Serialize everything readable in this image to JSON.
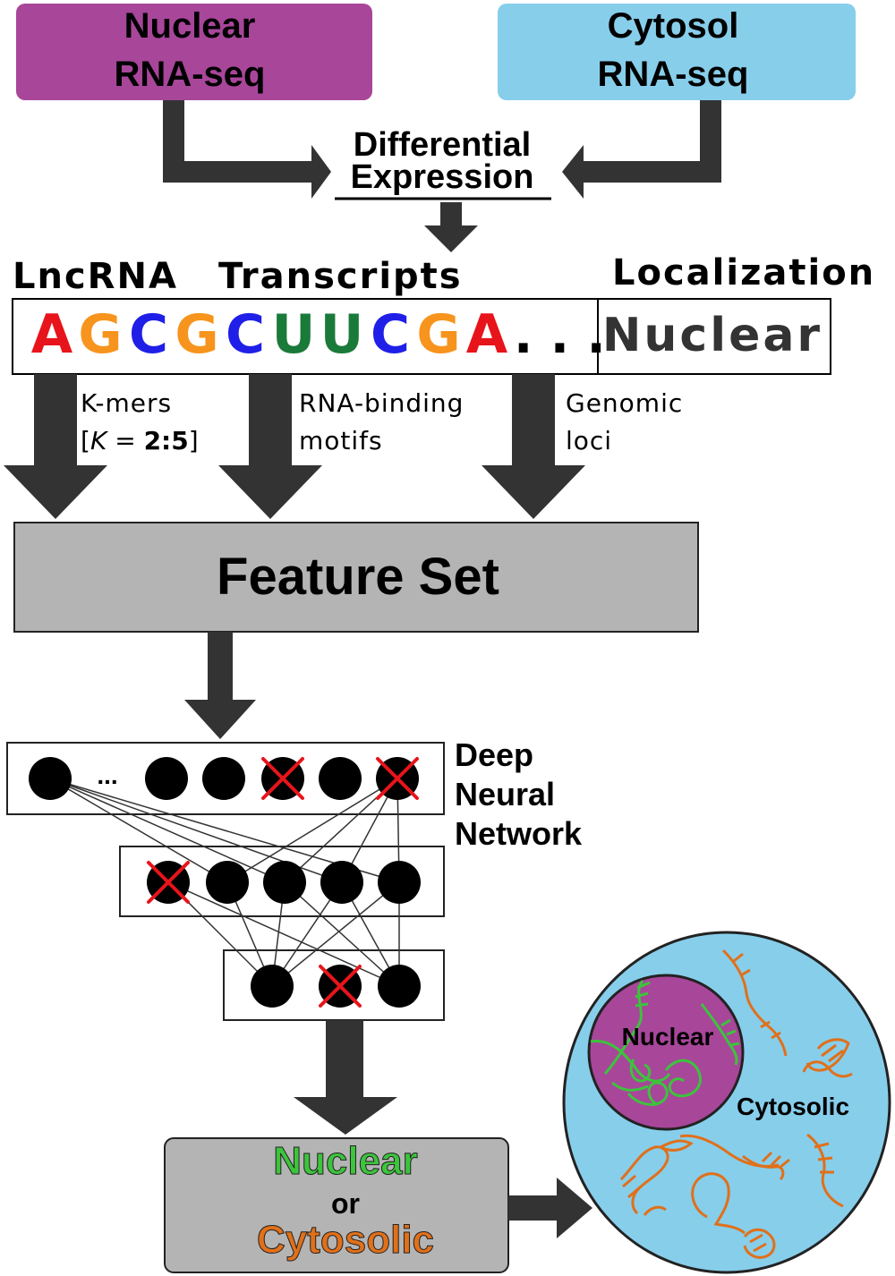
{
  "sources": {
    "nuclear": {
      "line1": "Nuclear",
      "line2": "RNA-seq",
      "color": "#A8469A"
    },
    "cytosol": {
      "line1": "Cytosol",
      "line2": "RNA-seq",
      "color": "#87CEEB"
    }
  },
  "differential_expression": {
    "line1": "Differential",
    "line2": "Expression"
  },
  "transcripts": {
    "label_left": "LncRNA",
    "label_right": "Transcripts",
    "sequence": [
      {
        "base": "A",
        "color": "#E8141B"
      },
      {
        "base": "G",
        "color": "#F7941D"
      },
      {
        "base": "C",
        "color": "#1F1FE8"
      },
      {
        "base": "G",
        "color": "#F7941D"
      },
      {
        "base": "C",
        "color": "#1F1FE8"
      },
      {
        "base": "U",
        "color": "#1A7A3A"
      },
      {
        "base": "U",
        "color": "#1A7A3A"
      },
      {
        "base": "C",
        "color": "#1F1FE8"
      },
      {
        "base": "G",
        "color": "#F7941D"
      },
      {
        "base": "A",
        "color": "#E8141B"
      }
    ],
    "ellipsis": ". . ."
  },
  "localization": {
    "header": "Localization",
    "value": "Nuclear"
  },
  "features": {
    "kmers": {
      "line1": "K-mers",
      "bracket_open": "[",
      "k": "K",
      "equals": " = ",
      "range": "2:5",
      "bracket_close": "]"
    },
    "rbp": {
      "line1": "RNA-binding",
      "line2": "motifs"
    },
    "genomic": {
      "line1": "Genomic",
      "line2": "loci"
    }
  },
  "feature_set": {
    "label": "Feature Set"
  },
  "network": {
    "label_lines": [
      "Deep",
      "Neural",
      "Network"
    ],
    "ellipsis": "...",
    "dropout_color": "#E8141B"
  },
  "output": {
    "nuclear": {
      "text": "Nuclear",
      "color": "#3CC43C"
    },
    "or": "or",
    "cytosolic": {
      "text": "Cytosolic",
      "color": "#E0701A"
    }
  },
  "cell": {
    "nucleus_label": "Nuclear",
    "cytosol_label": "Cytosolic",
    "cytoplasm_color": "#87CEEB",
    "nucleus_color": "#A8469A",
    "nuclear_rna_color": "#3CC43C",
    "cytosolic_rna_color": "#E0701A"
  }
}
